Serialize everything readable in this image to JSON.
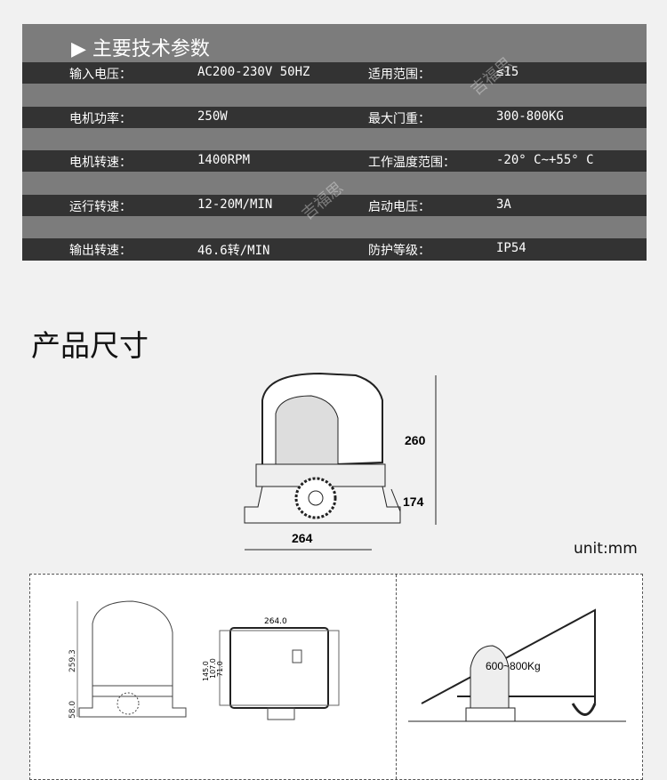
{
  "specs": {
    "title": "主要技术参数",
    "rows": [
      {
        "l1": "输入电压：",
        "v1": "AC200-230V 50HZ",
        "l2": "适用范围：",
        "v2": "≤15"
      },
      {
        "l1": "电机功率：",
        "v1": "250W",
        "l2": "最大门重：",
        "v2": "300-800KG"
      },
      {
        "l1": "电机转速：",
        "v1": "1400RPM",
        "l2": "工作温度范围：",
        "v2": "-20° C~+55° C"
      },
      {
        "l1": "运行转速：",
        "v1": "12-20M/MIN",
        "l2": "启动电压：",
        "v2": "3A"
      },
      {
        "l1": "输出转速：",
        "v1": "46.6转/MIN",
        "l2": "防护等级：",
        "v2": "IP54"
      }
    ],
    "watermark": "吉福思"
  },
  "dimensions": {
    "title": "产品尺寸",
    "width": "264",
    "height": "260",
    "gear_height": "174",
    "unit": "unit:mm",
    "drawing": {
      "height": "259.3",
      "base": "58.0",
      "top_width": "264.0",
      "d1": "145.0",
      "d2": "107.0",
      "d3": "71.0"
    },
    "gate_weight": "600~800Kg"
  }
}
